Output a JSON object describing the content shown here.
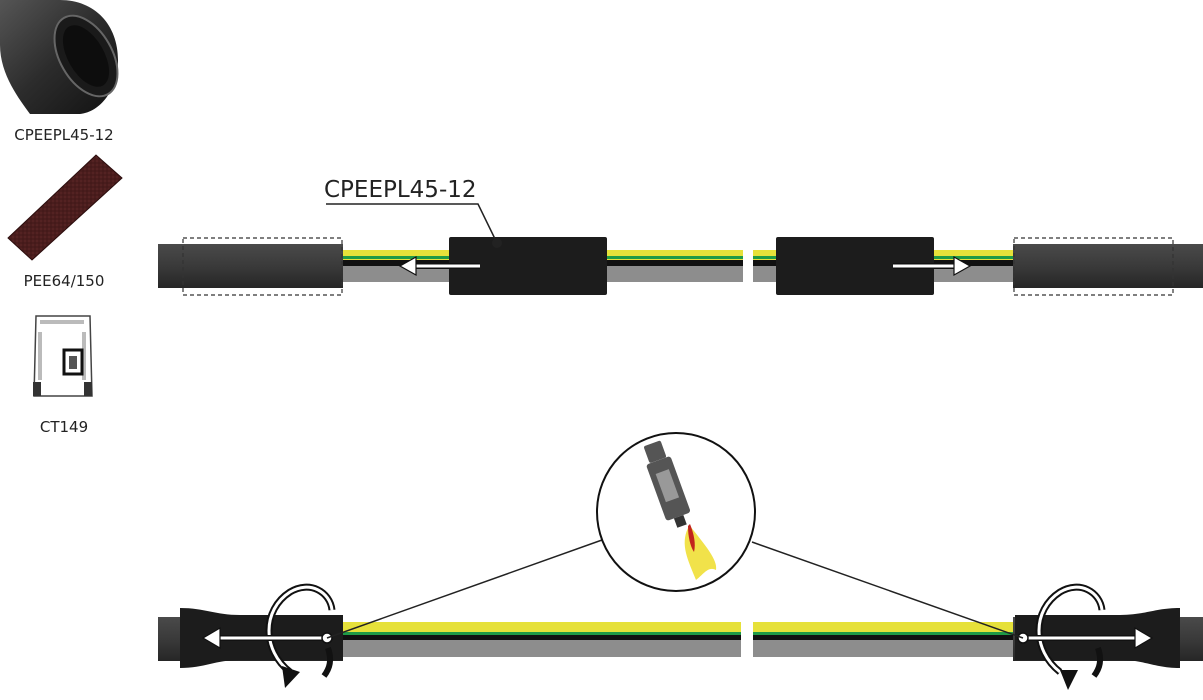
{
  "kit": {
    "items": [
      {
        "id": "tube",
        "label": "CPEEPL45-12",
        "icon": "heat-shrink-tube-icon"
      },
      {
        "id": "tape",
        "label": "PEE64/150",
        "icon": "sealing-tape-icon"
      },
      {
        "id": "cloth",
        "label": "CT149",
        "icon": "cleaning-cloth-pack-icon"
      }
    ]
  },
  "step1": {
    "callout": "CPEEPL45-12"
  },
  "step2": {
    "tool": "gas-torch-icon"
  },
  "colors": {
    "cable_sheath": "#3d3d3d",
    "sleeve": "#1c1c1c",
    "conductor_yellow": "#e6e13a",
    "conductor_green": "#1f9a46",
    "conductor_grey": "#8d8d8d",
    "tape_brown": "#4a1d1d",
    "flame_yellow": "#f1e24a",
    "flame_red": "#c2241c"
  }
}
